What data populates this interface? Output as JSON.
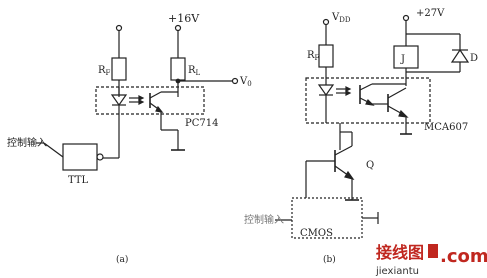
{
  "left": {
    "supply": "+16V",
    "r1": "R",
    "r1_sub": "F",
    "r2": "R",
    "r2_sub": "L",
    "output": "V",
    "output_sub": "0",
    "ic": "PC714",
    "gate": "TTL",
    "input_label": "控制输入",
    "caption": "(a)"
  },
  "right": {
    "vdd": "V",
    "vdd_sub": "DD",
    "supply": "+27V",
    "r1": "R",
    "r1_sub": "F",
    "relay": "J",
    "diode_label": "D",
    "ic": "MCA607",
    "transistor": "Q",
    "gate": "CMOS",
    "input_label": "控制输入",
    "caption": "(b)"
  },
  "watermark": {
    "cn": "接线图",
    "url": "jiexiantu",
    "dotcom": ".com"
  }
}
